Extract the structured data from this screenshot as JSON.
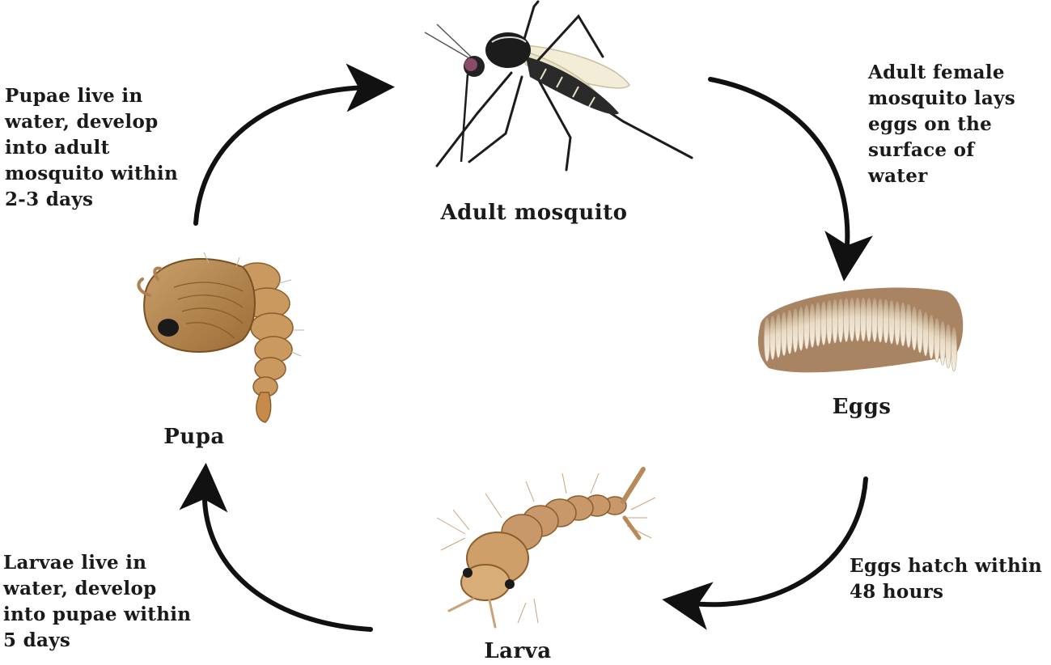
{
  "stages": {
    "adult": {
      "label": "Adult mosquito",
      "icon": "adult-mosquito-icon"
    },
    "eggs": {
      "label": "Eggs",
      "icon": "egg-raft-icon"
    },
    "larva": {
      "label": "Larva",
      "icon": "larva-icon"
    },
    "pupa": {
      "label": "Pupa",
      "icon": "pupa-icon"
    }
  },
  "descriptions": {
    "adult_to_eggs": "Adult female\nmosquito lays\neggs on the\nsurface of\nwater",
    "eggs_to_larva": "Eggs hatch within\n48 hours",
    "larva_to_pupa": "Larvae live in\nwater, develop\ninto pupae within\n5 days",
    "pupa_to_adult": "Pupae live in\nwater, develop\ninto adult\nmosquito within\n2-3 days"
  },
  "colors": {
    "arrow": "#111111",
    "body_brown": "#c89a5c",
    "dark_brown": "#8a5d2b",
    "egg_cream": "#eadcc4",
    "mosquito_black": "#1c1c1c"
  }
}
